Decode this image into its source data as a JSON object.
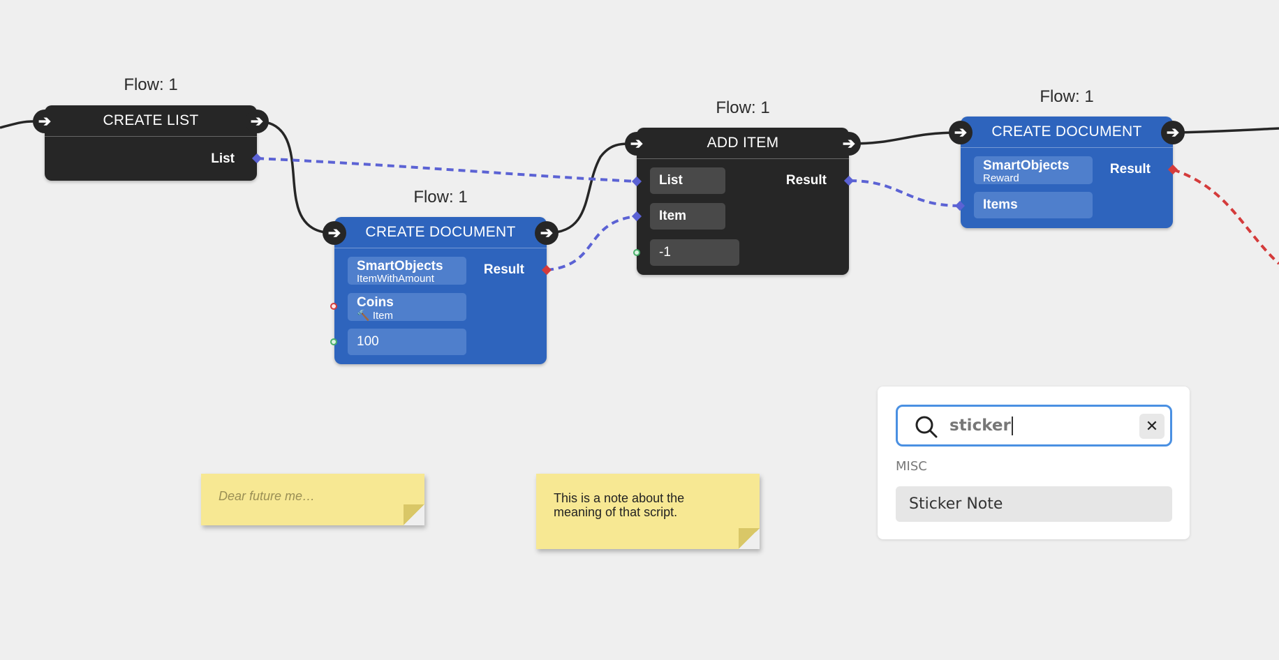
{
  "nodes": {
    "create_list": {
      "flow": "Flow: 1",
      "title": "CREATE LIST",
      "output": "List"
    },
    "create_document_1": {
      "flow": "Flow: 1",
      "title": "CREATE DOCUMENT",
      "type_main": "SmartObjects",
      "type_sub": "ItemWithAmount",
      "field2_main": "Coins",
      "field2_sub": "🔨 Item",
      "field3": "100",
      "output": "Result"
    },
    "add_item": {
      "flow": "Flow: 1",
      "title": "ADD ITEM",
      "field1": "List",
      "field2": "Item",
      "field3": "-1",
      "output": "Result"
    },
    "create_document_2": {
      "flow": "Flow: 1",
      "title": "CREATE DOCUMENT",
      "type_main": "SmartObjects",
      "type_sub": "Reward",
      "field2": "Items",
      "output": "Result"
    }
  },
  "notes": {
    "note1": "Dear future me…",
    "note2_line1": "This is a note about the",
    "note2_line2": "meaning of that script."
  },
  "search": {
    "value": "sticker",
    "section": "MISC",
    "result": "Sticker Note"
  },
  "icons": {
    "flow_arrow": "arrow-right-icon",
    "search": "search-icon",
    "clear": "close-icon"
  },
  "colors": {
    "dark_node": "#262626",
    "blue_node": "#2e64bd",
    "data_wire": "#5b62d4",
    "error_wire": "#d43b3b",
    "search_border": "#4a90e2",
    "sticky": "#f7e893"
  }
}
